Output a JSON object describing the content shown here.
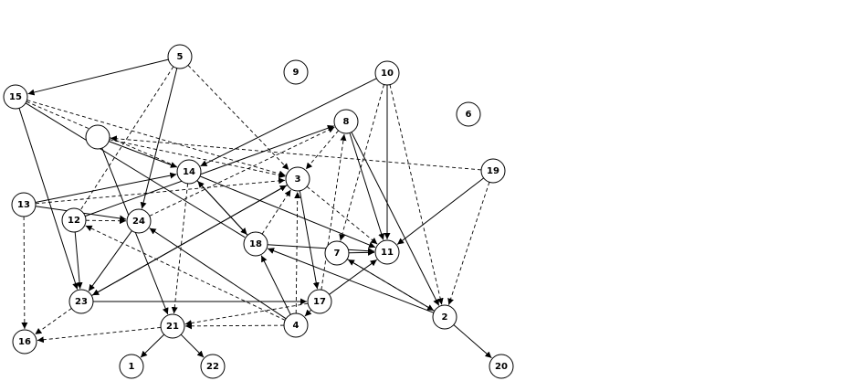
{
  "graph": {
    "nodes": [
      {
        "id": "n1",
        "label": "1"
      },
      {
        "id": "n2",
        "label": "2"
      },
      {
        "id": "n3",
        "label": "3"
      },
      {
        "id": "n4",
        "label": "4"
      },
      {
        "id": "n5",
        "label": "5"
      },
      {
        "id": "n6",
        "label": "6"
      },
      {
        "id": "n7",
        "label": "7"
      },
      {
        "id": "n8",
        "label": "8"
      },
      {
        "id": "n9",
        "label": "9"
      },
      {
        "id": "n10",
        "label": "10"
      },
      {
        "id": "n11",
        "label": "11"
      },
      {
        "id": "n12",
        "label": "12"
      },
      {
        "id": "n13",
        "label": "13"
      },
      {
        "id": "n14",
        "label": "14"
      },
      {
        "id": "n15",
        "label": "15"
      },
      {
        "id": "n16",
        "label": "16"
      },
      {
        "id": "n17",
        "label": "17"
      },
      {
        "id": "n18",
        "label": "18"
      },
      {
        "id": "n19",
        "label": "19"
      },
      {
        "id": "n20",
        "label": "20"
      },
      {
        "id": "n21",
        "label": "21"
      },
      {
        "id": "n22",
        "label": "22"
      },
      {
        "id": "n23",
        "label": "23"
      },
      {
        "id": "n24",
        "label": "24"
      },
      {
        "id": "n25",
        "label": ""
      }
    ],
    "edges": [
      {
        "from": "n5",
        "to": "n15",
        "style": "solid"
      },
      {
        "from": "n5",
        "to": "n24",
        "style": "solid"
      },
      {
        "from": "n5",
        "to": "n3",
        "style": "dashed"
      },
      {
        "from": "n5",
        "to": "n12",
        "style": "dashed",
        "arrow": "none"
      },
      {
        "from": "n15",
        "to": "n23",
        "style": "solid"
      },
      {
        "from": "n15",
        "to": "n3",
        "style": "dashed"
      },
      {
        "from": "n15",
        "to": "n18",
        "style": "solid",
        "arrow": "none"
      },
      {
        "from": "n15",
        "to": "n14",
        "style": "dashed",
        "arrow": "none"
      },
      {
        "from": "n10",
        "to": "n14",
        "style": "solid"
      },
      {
        "from": "n10",
        "to": "n11",
        "style": "solid"
      },
      {
        "from": "n10",
        "to": "n7",
        "style": "dashed"
      },
      {
        "from": "n10",
        "to": "n2",
        "style": "dashed"
      },
      {
        "from": "n8",
        "to": "n11",
        "style": "solid"
      },
      {
        "from": "n8",
        "to": "n2",
        "style": "solid"
      },
      {
        "from": "n8",
        "to": "n3",
        "style": "dashed"
      },
      {
        "from": "n19",
        "to": "n11",
        "style": "solid"
      },
      {
        "from": "n19",
        "to": "n2",
        "style": "dashed"
      },
      {
        "from": "n19",
        "to": "n25",
        "style": "dashed"
      },
      {
        "from": "n25",
        "to": "n14",
        "style": "solid"
      },
      {
        "from": "n25",
        "to": "n21",
        "style": "solid"
      },
      {
        "from": "n25",
        "to": "n3",
        "style": "dashed"
      },
      {
        "from": "n14",
        "to": "n11",
        "style": "solid"
      },
      {
        "from": "n14",
        "to": "n18",
        "style": "solid"
      },
      {
        "from": "n18",
        "to": "n14",
        "style": "solid"
      },
      {
        "from": "n14",
        "to": "n21",
        "style": "dashed"
      },
      {
        "from": "n13",
        "to": "n14",
        "style": "solid"
      },
      {
        "from": "n13",
        "to": "n24",
        "style": "solid"
      },
      {
        "from": "n13",
        "to": "n16",
        "style": "dashed"
      },
      {
        "from": "n13",
        "to": "n3",
        "style": "dashed"
      },
      {
        "from": "n12",
        "to": "n23",
        "style": "solid"
      },
      {
        "from": "n12",
        "to": "n24",
        "style": "dashed"
      },
      {
        "from": "n12",
        "to": "n8",
        "style": "solid"
      },
      {
        "from": "n24",
        "to": "n23",
        "style": "solid"
      },
      {
        "from": "n24",
        "to": "n8",
        "style": "dashed"
      },
      {
        "from": "n23",
        "to": "n3",
        "style": "solid"
      },
      {
        "from": "n23",
        "to": "n17",
        "style": "solid"
      },
      {
        "from": "n23",
        "to": "n16",
        "style": "dashed"
      },
      {
        "from": "n3",
        "to": "n23",
        "style": "solid"
      },
      {
        "from": "n3",
        "to": "n17",
        "style": "solid"
      },
      {
        "from": "n3",
        "to": "n11",
        "style": "dashed"
      },
      {
        "from": "n21",
        "to": "n1",
        "style": "solid"
      },
      {
        "from": "n21",
        "to": "n22",
        "style": "solid"
      },
      {
        "from": "n21",
        "to": "n16",
        "style": "dashed"
      },
      {
        "from": "n4",
        "to": "n24",
        "style": "solid"
      },
      {
        "from": "n4",
        "to": "n18",
        "style": "solid"
      },
      {
        "from": "n4",
        "to": "n3",
        "style": "dashed"
      },
      {
        "from": "n4",
        "to": "n12",
        "style": "dashed"
      },
      {
        "from": "n4",
        "to": "n21",
        "style": "dashed"
      },
      {
        "from": "n17",
        "to": "n11",
        "style": "solid"
      },
      {
        "from": "n17",
        "to": "n4",
        "style": "dashed"
      },
      {
        "from": "n17",
        "to": "n8",
        "style": "dashed"
      },
      {
        "from": "n18",
        "to": "n11",
        "style": "solid"
      },
      {
        "from": "n18",
        "to": "n3",
        "style": "dashed"
      },
      {
        "from": "n7",
        "to": "n11",
        "style": "solid"
      },
      {
        "from": "n7",
        "to": "n2",
        "style": "solid"
      },
      {
        "from": "n2",
        "to": "n7",
        "style": "dashed"
      },
      {
        "from": "n2",
        "to": "n18",
        "style": "solid"
      },
      {
        "from": "n2",
        "to": "n20",
        "style": "solid"
      },
      {
        "from": "n17",
        "to": "n21",
        "style": "dashed"
      }
    ]
  }
}
